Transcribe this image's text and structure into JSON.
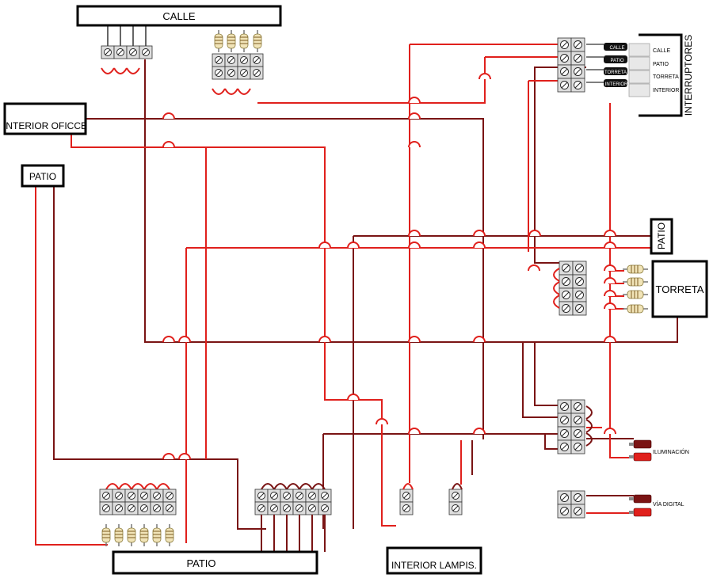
{
  "labels": {
    "calle": "CALLE",
    "interior_office": "INTERIOR OFICCE",
    "patio_left": "PATIO",
    "patio_right": "PATIO",
    "torreta": "TORRETA",
    "patio_bottom": "PATIO",
    "interior_lampis": "INTERIOR LAMPIS.",
    "interruptores": "INTERRUPTORES",
    "iluminacion": "ILUMINACIÓN",
    "via_digital": "VÍA DIGITAL"
  },
  "switches": {
    "tags": [
      "CALLE",
      "PATIO",
      "TORRETA",
      "INTERIOR"
    ],
    "labels": [
      "CALLE",
      "PATIO",
      "TORRETA",
      "INTERIOR"
    ]
  },
  "colors": {
    "red": "#e0201c",
    "dark_red": "#7a1414",
    "resistor_body": "#f1e4b8",
    "terminal_fill": "#d8d8d8"
  }
}
